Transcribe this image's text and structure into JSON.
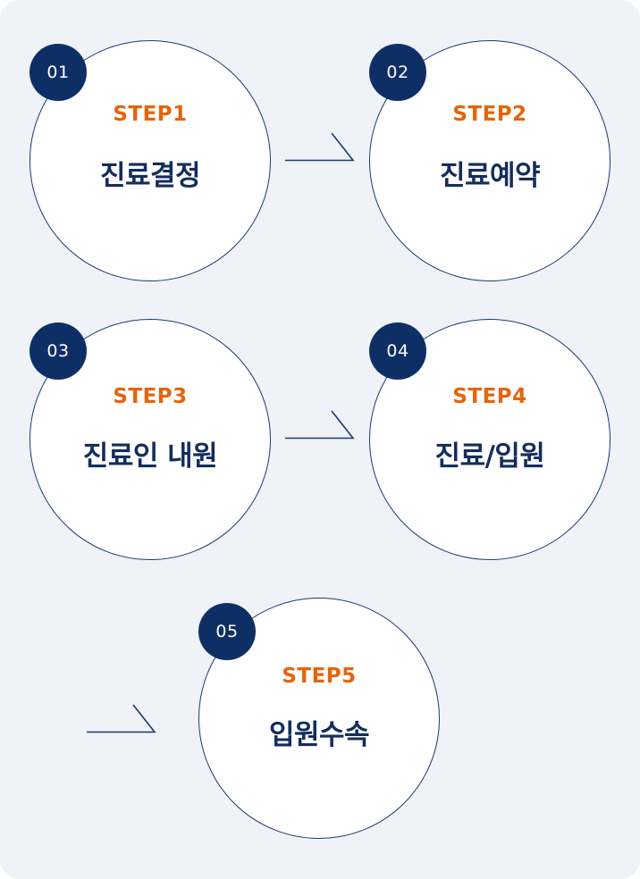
{
  "steps": [
    {
      "badge": "01",
      "label": "STEP1",
      "title": "진료결정"
    },
    {
      "badge": "02",
      "label": "STEP2",
      "title": "진료예약"
    },
    {
      "badge": "03",
      "label": "STEP3",
      "title": "진료인 내원"
    },
    {
      "badge": "04",
      "label": "STEP4",
      "title": "진료/입원"
    },
    {
      "badge": "05",
      "label": "STEP5",
      "title": "입원수속"
    }
  ],
  "colors": {
    "background": "#eff2f7",
    "circle_border": "#1b3a72",
    "badge_fill": "#0e2f66",
    "step_label": "#e3650e",
    "title": "#142d5c"
  },
  "connector_icon": "arrow-right-icon"
}
